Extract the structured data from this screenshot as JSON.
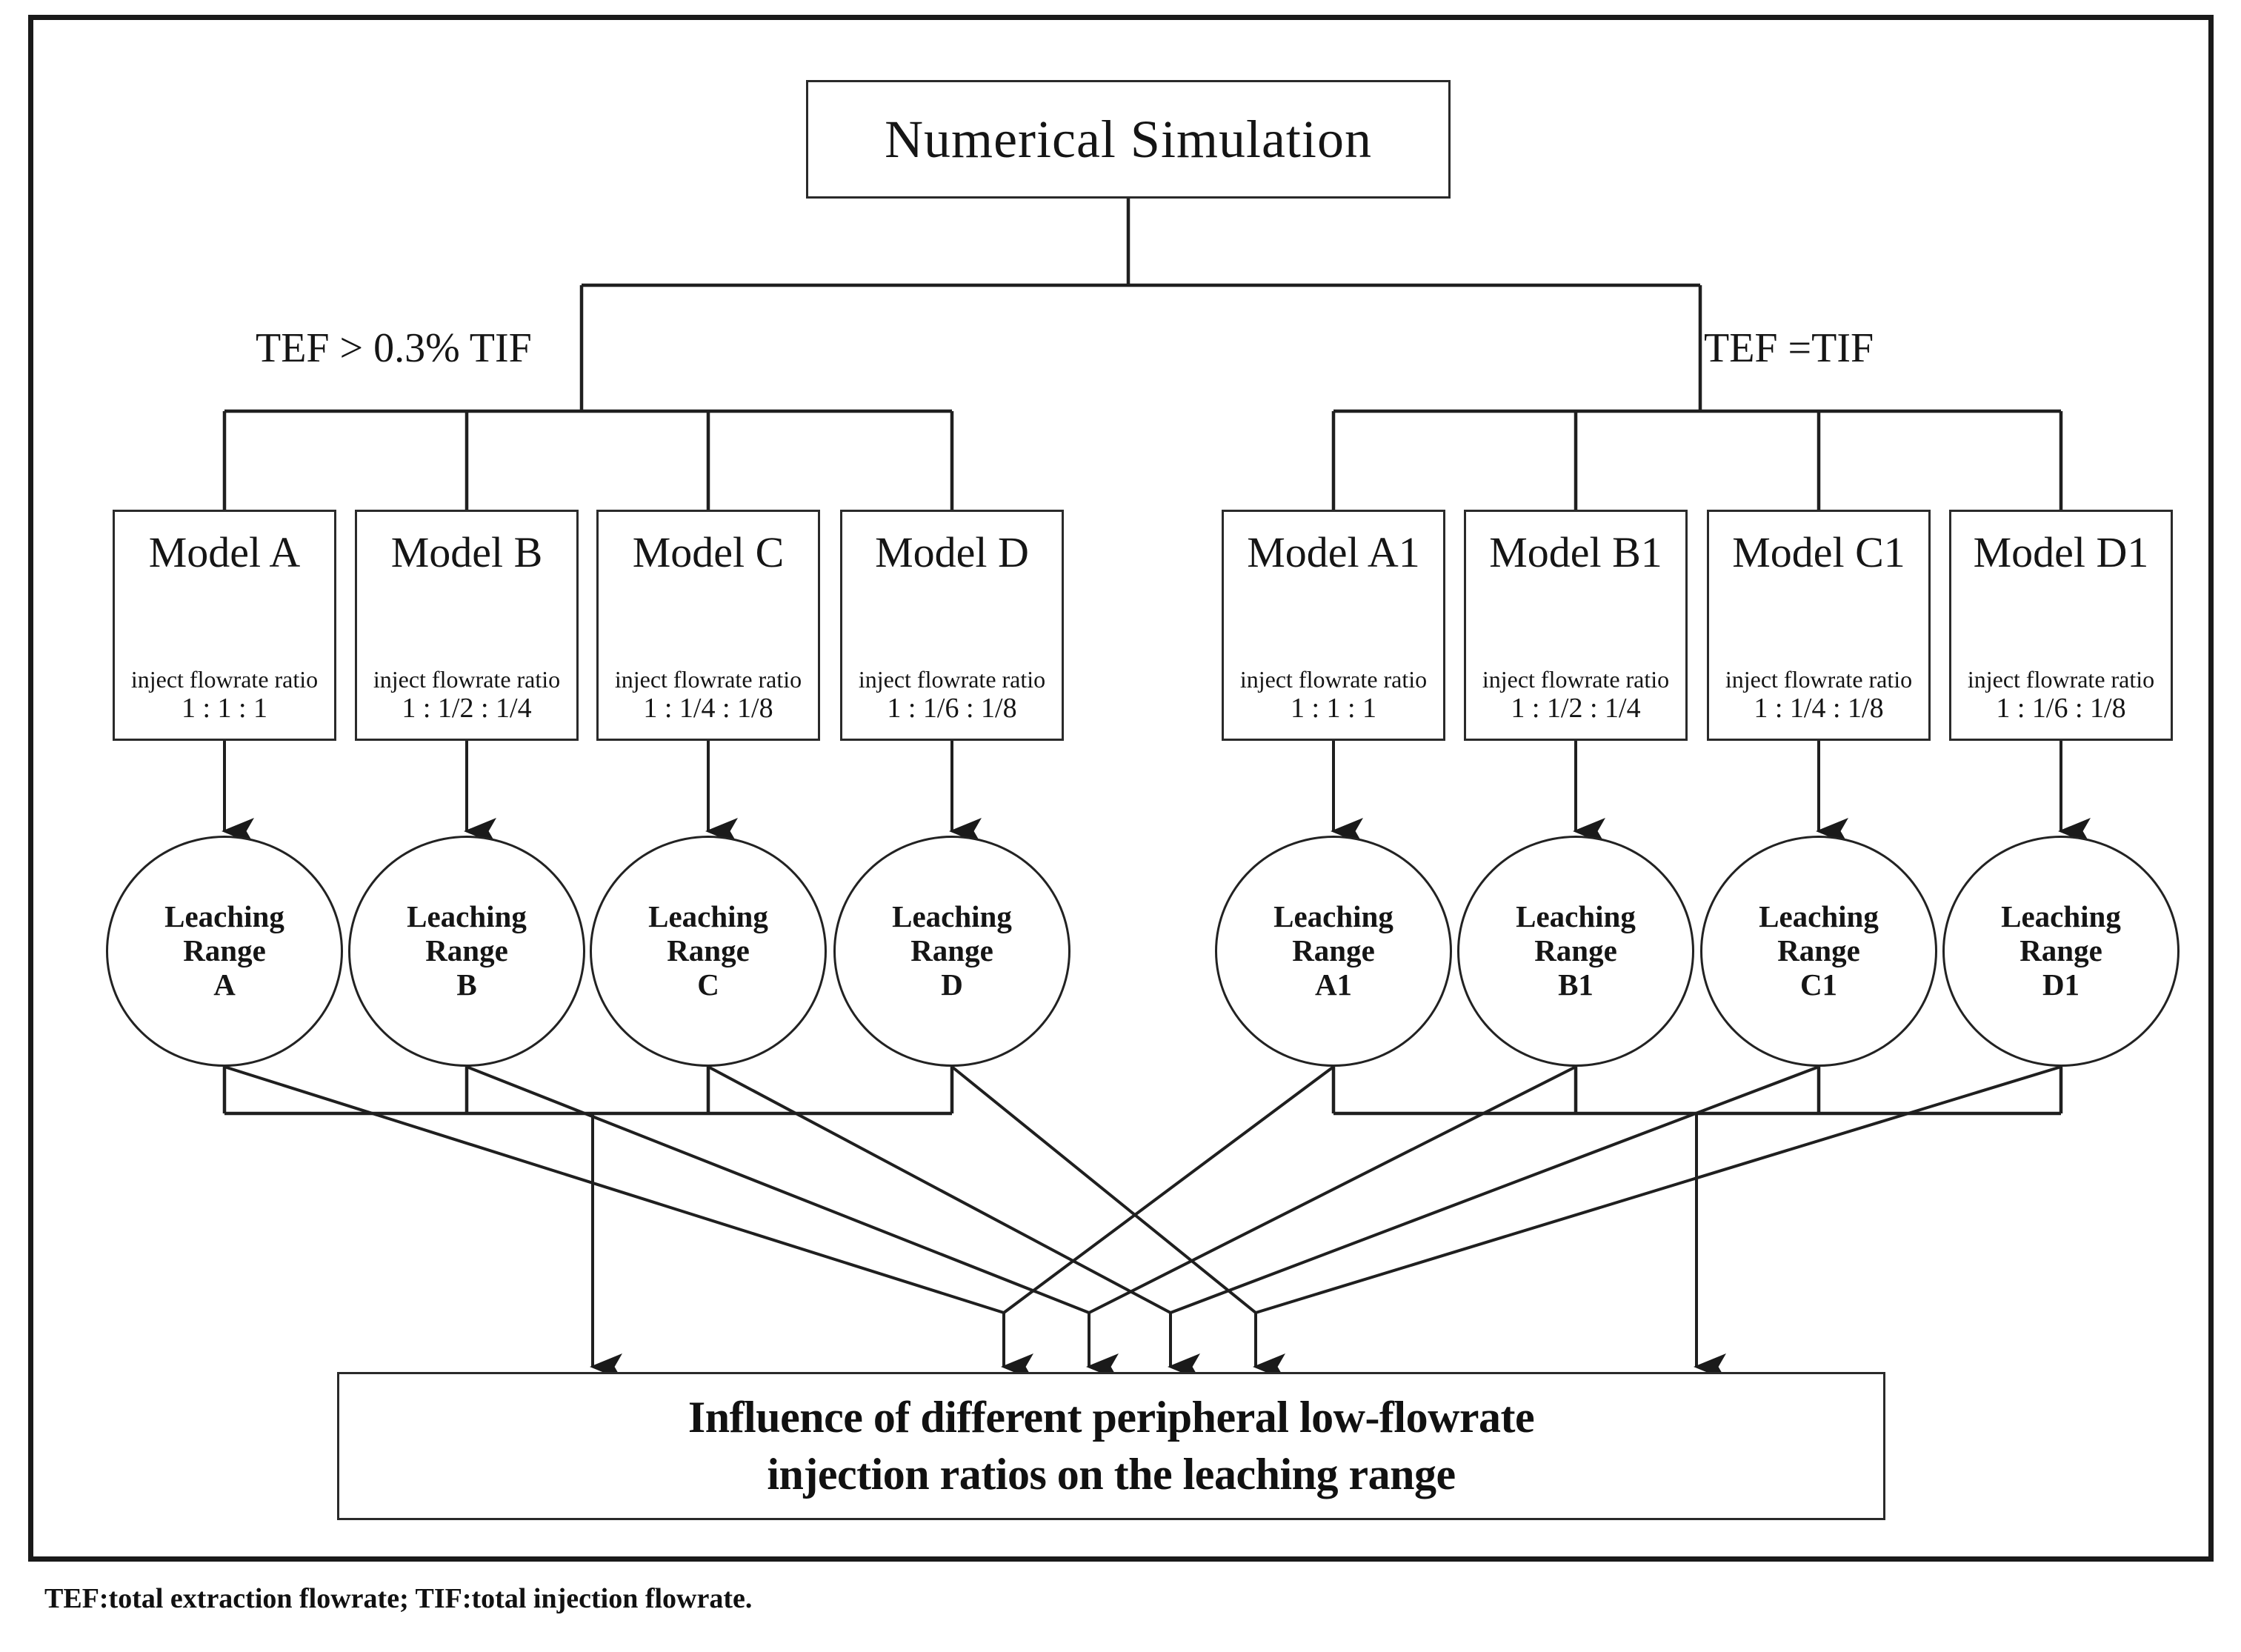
{
  "frame": {
    "border_color": "#1a1a1a",
    "background": "#ffffff"
  },
  "root": {
    "title": "Numerical Simulation"
  },
  "branches": [
    {
      "id": "left",
      "label": "TEF > 0.3% TIF"
    },
    {
      "id": "right",
      "label": "TEF =TIF"
    }
  ],
  "models": [
    {
      "id": "a",
      "title": "Model A",
      "ratio_label": "inject flowrate ratio",
      "ratio_value": "1 : 1 : 1"
    },
    {
      "id": "b",
      "title": "Model B",
      "ratio_label": "inject flowrate ratio",
      "ratio_value": "1 : 1/2 : 1/4"
    },
    {
      "id": "c",
      "title": "Model C",
      "ratio_label": "inject flowrate ratio",
      "ratio_value": "1 : 1/4 : 1/8"
    },
    {
      "id": "d",
      "title": "Model D",
      "ratio_label": "inject flowrate ratio",
      "ratio_value": "1 : 1/6 : 1/8"
    },
    {
      "id": "a1",
      "title": "Model A1",
      "ratio_label": "inject flowrate ratio",
      "ratio_value": "1 : 1 : 1"
    },
    {
      "id": "b1",
      "title": "Model B1",
      "ratio_label": "inject flowrate ratio",
      "ratio_value": "1 : 1/2 : 1/4"
    },
    {
      "id": "c1",
      "title": "Model C1",
      "ratio_label": "inject flowrate ratio",
      "ratio_value": "1 : 1/4 : 1/8"
    },
    {
      "id": "d1",
      "title": "Model D1",
      "ratio_label": "inject flowrate ratio",
      "ratio_value": "1 : 1/6 : 1/8"
    }
  ],
  "leaching": [
    {
      "id": "a",
      "line1": "Leaching",
      "line2": "Range",
      "line3": "A"
    },
    {
      "id": "b",
      "line1": "Leaching",
      "line2": "Range",
      "line3": "B"
    },
    {
      "id": "c",
      "line1": "Leaching",
      "line2": "Range",
      "line3": "C"
    },
    {
      "id": "d",
      "line1": "Leaching",
      "line2": "Range",
      "line3": "D"
    },
    {
      "id": "a1",
      "line1": "Leaching",
      "line2": "Range",
      "line3": "A1"
    },
    {
      "id": "b1",
      "line1": "Leaching",
      "line2": "Range",
      "line3": "B1"
    },
    {
      "id": "c1",
      "line1": "Leaching",
      "line2": "Range",
      "line3": "C1"
    },
    {
      "id": "d1",
      "line1": "Leaching",
      "line2": "Range",
      "line3": "D1"
    }
  ],
  "conclusion": {
    "line1": "Influence of different peripheral low-flowrate",
    "line2": "injection ratios on the leaching range"
  },
  "footnote": {
    "text": "TEF:total extraction flowrate; TIF:total injection flowrate."
  }
}
